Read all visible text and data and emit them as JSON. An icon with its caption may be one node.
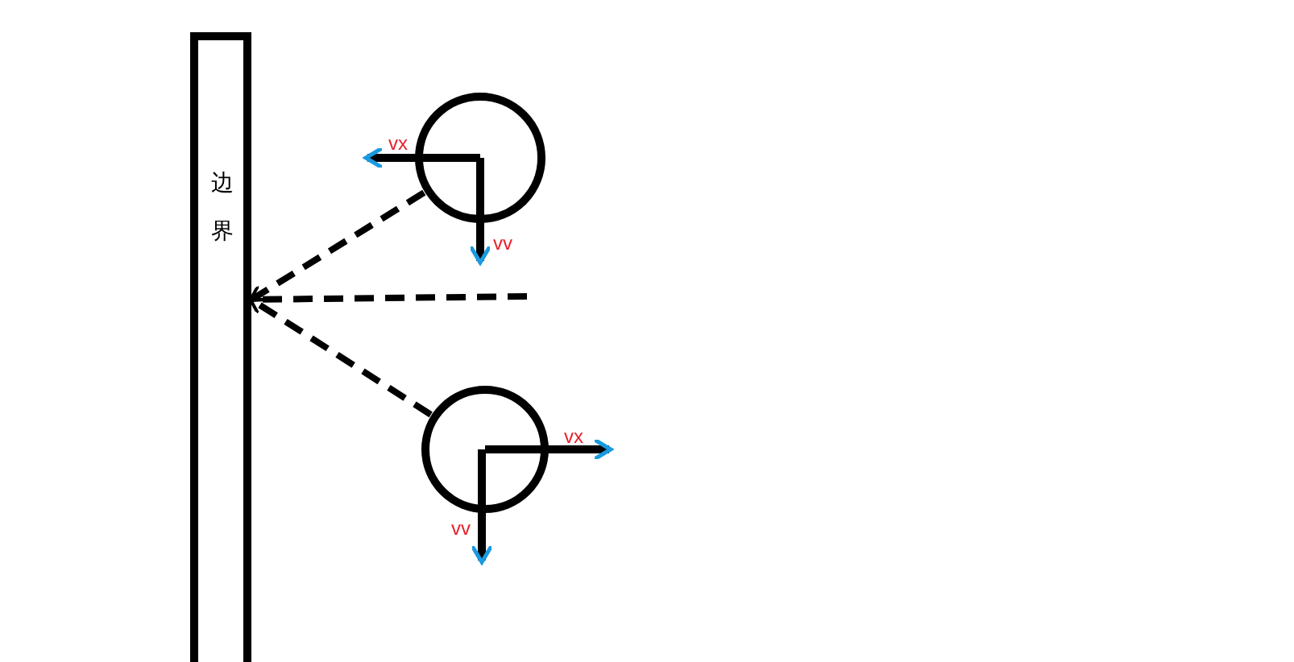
{
  "diagram": {
    "nodes": [
      {
        "text": [
          "边界"
        ]
      },
      {
        "text": [],
        "shape": "circle"
      },
      {
        "text": [],
        "shape": "circle"
      }
    ],
    "edges": [
      {
        "from": 1,
        "to": 0,
        "arrow": "to",
        "style": "dashed"
      },
      {
        "from": null,
        "to": 0,
        "arrow": "none",
        "style": "dashed"
      },
      {
        "from": 2,
        "to": 0,
        "arrow": "to",
        "style": "dashed"
      }
    ],
    "labels": [
      "vx",
      "vv",
      "vx",
      "vv"
    ]
  }
}
